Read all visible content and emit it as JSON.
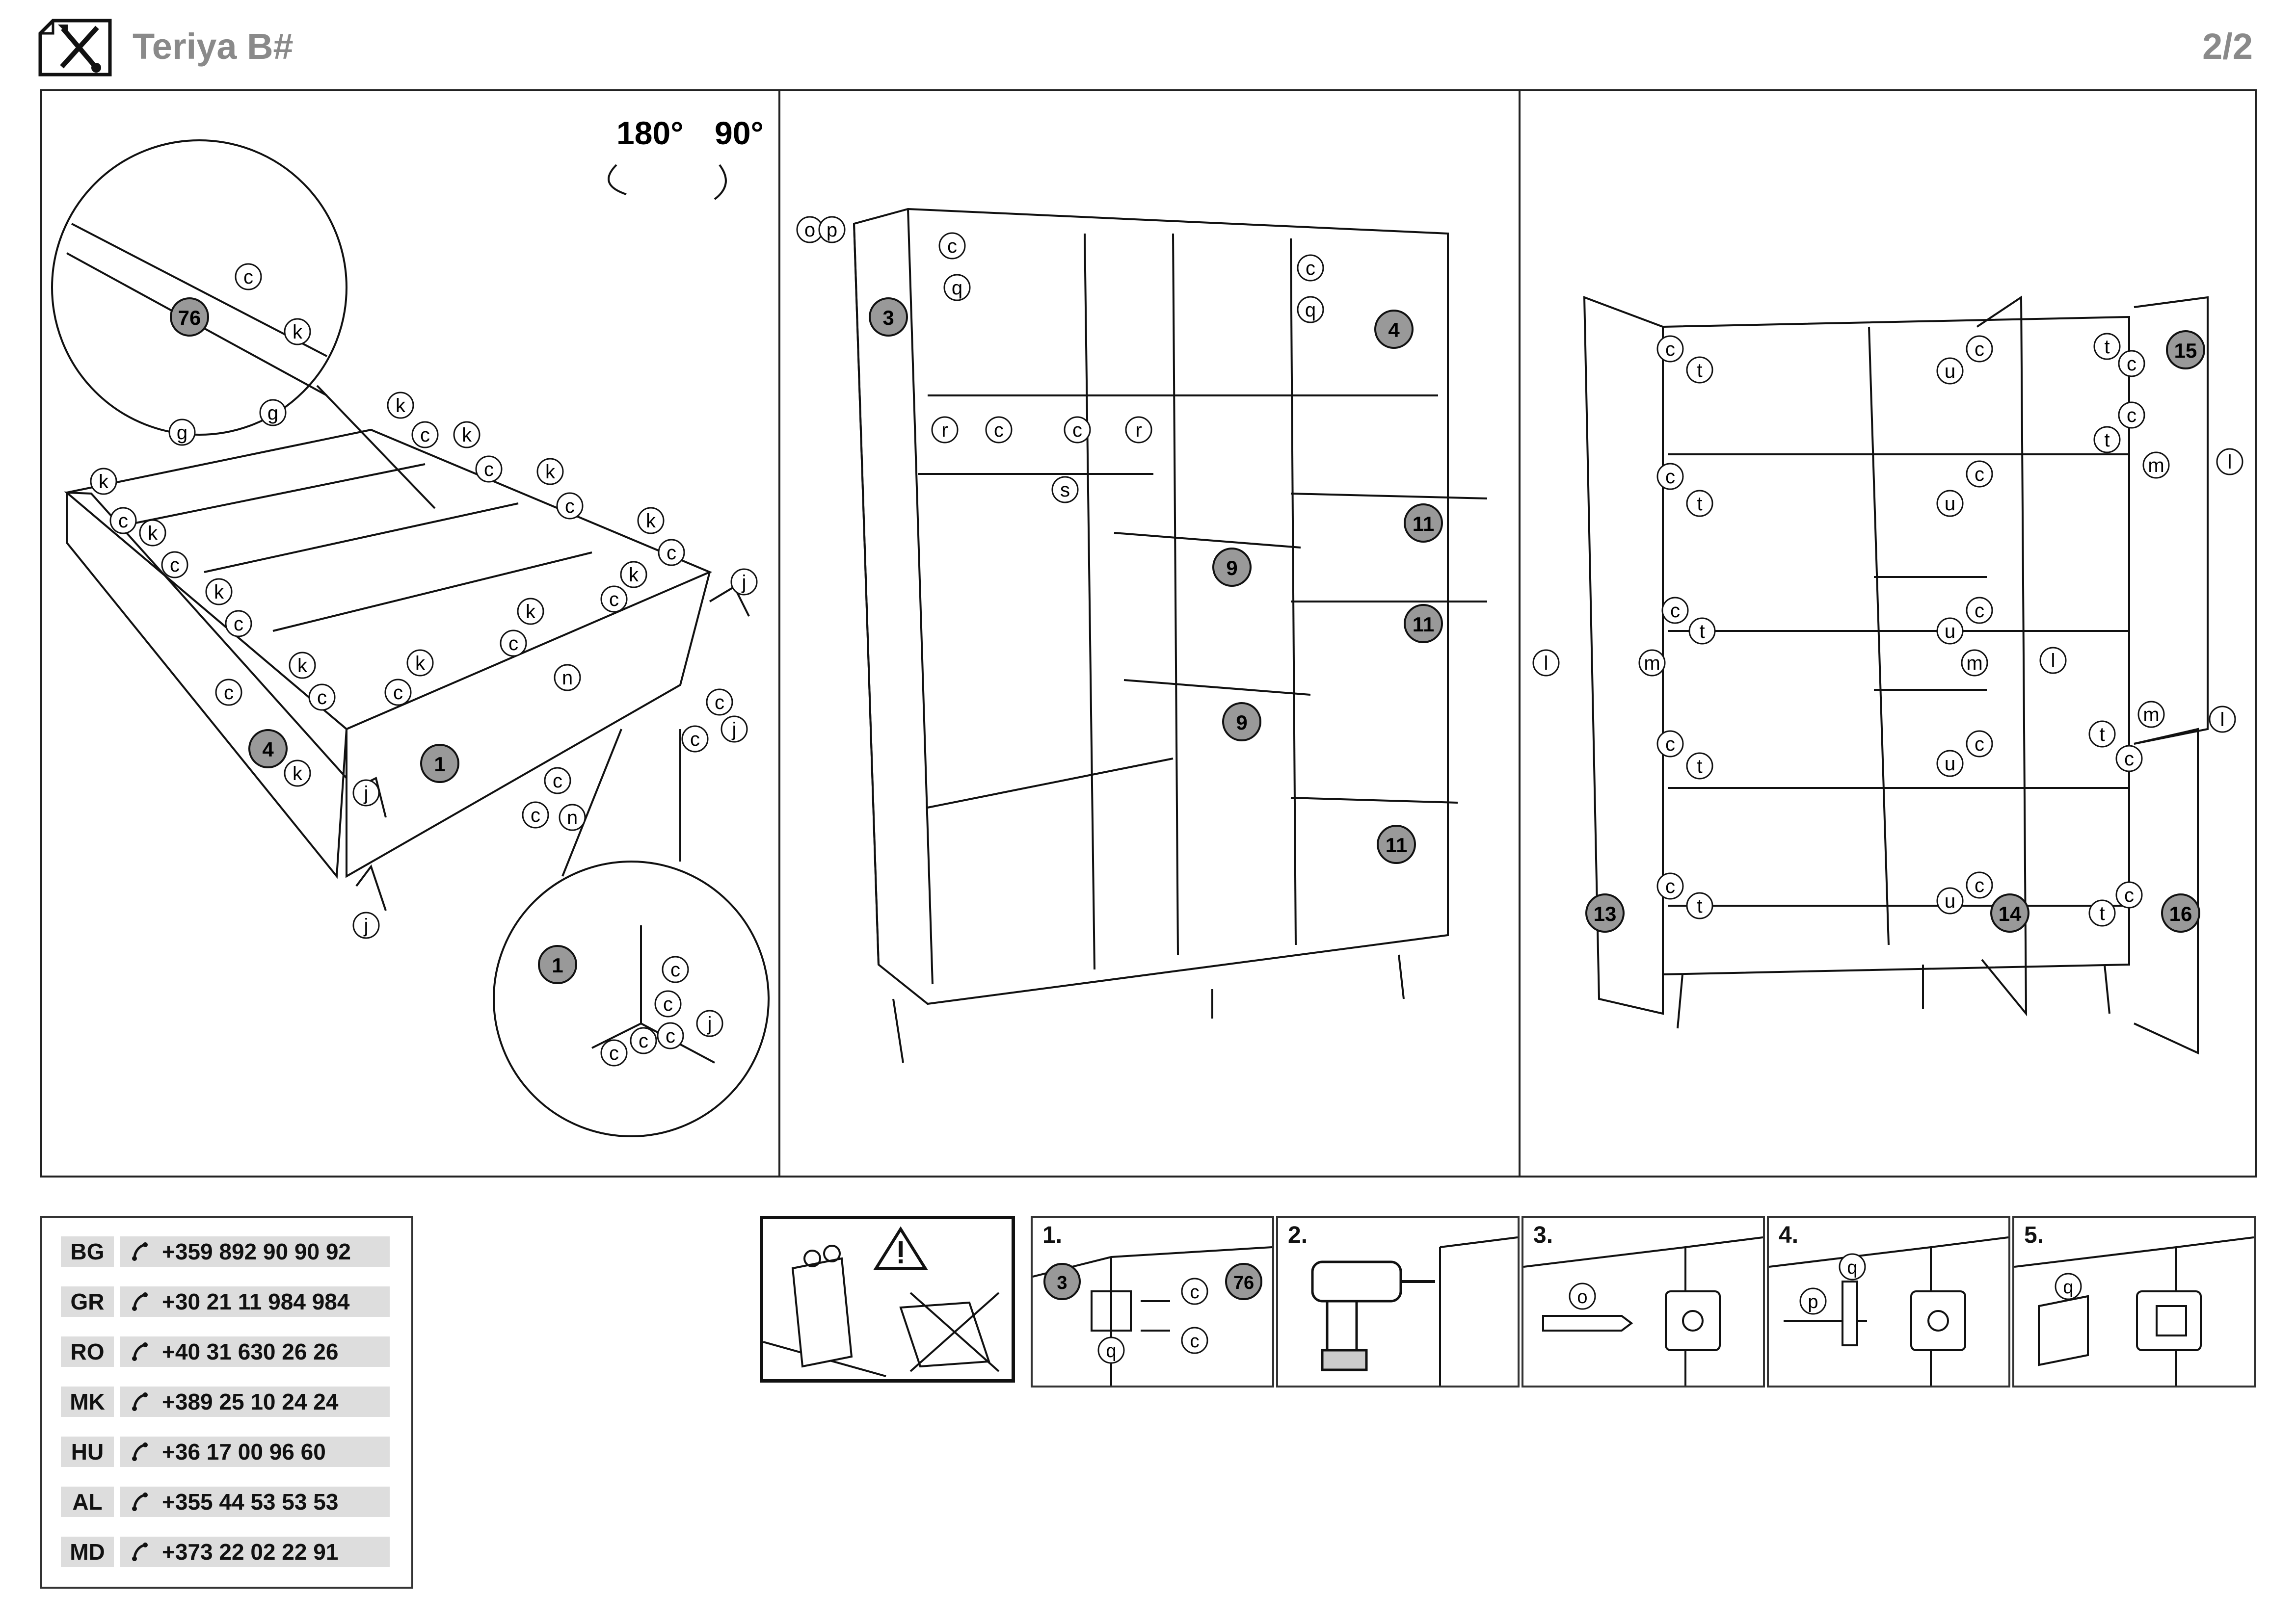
{
  "header": {
    "title": "Teriya B#",
    "page": "2/2",
    "tool_icon": "tools-icon"
  },
  "panel1": {
    "rotate_a": "180°",
    "rotate_b": "90°",
    "parts": [
      "76",
      "1",
      "4",
      "1"
    ],
    "letters": [
      "c",
      "k",
      "g",
      "g",
      "k",
      "c",
      "k",
      "c",
      "k",
      "c",
      "k",
      "c",
      "k",
      "c",
      "k",
      "c",
      "k",
      "c",
      "k",
      "c",
      "k",
      "c",
      "k",
      "c",
      "k",
      "c",
      "c",
      "k",
      "j",
      "j",
      "c",
      "c",
      "n",
      "c",
      "c",
      "n",
      "j",
      "j",
      "c",
      "c",
      "c",
      "j",
      "c",
      "c"
    ]
  },
  "panel2": {
    "parts": [
      "3",
      "4",
      "9",
      "11",
      "11",
      "9",
      "11"
    ],
    "letters": [
      "o",
      "p",
      "c",
      "q",
      "c",
      "q",
      "r",
      "c",
      "c",
      "r",
      "s"
    ]
  },
  "panel3": {
    "parts": [
      "15",
      "13",
      "14",
      "16"
    ],
    "letters": [
      "c",
      "t",
      "c",
      "u",
      "t",
      "c",
      "c",
      "t",
      "c",
      "u",
      "c",
      "t",
      "m",
      "l",
      "c",
      "t",
      "c",
      "u",
      "l",
      "m",
      "m",
      "l",
      "c",
      "t",
      "c",
      "u",
      "t",
      "c",
      "m",
      "l",
      "c",
      "t",
      "c",
      "u",
      "t",
      "c"
    ]
  },
  "phones": [
    {
      "code": "BG",
      "number": "+359 892 90 90 92"
    },
    {
      "code": "GR",
      "number": "+30 21 11 984 984"
    },
    {
      "code": "RO",
      "number": "+40 31 630 26 26"
    },
    {
      "code": "MK",
      "number": "+389 25 10 24 24"
    },
    {
      "code": "HU",
      "number": "+36 17 00 96 60"
    },
    {
      "code": "AL",
      "number": "+355 44 53 53 53"
    },
    {
      "code": "MD",
      "number": "+373 22 02 22 91"
    }
  ],
  "steps": [
    {
      "num": "1.",
      "parts": [
        "3",
        "76"
      ],
      "letters": [
        "c",
        "c",
        "q"
      ]
    },
    {
      "num": "2.",
      "letters": []
    },
    {
      "num": "3.",
      "letters": [
        "o"
      ]
    },
    {
      "num": "4.",
      "letters": [
        "q",
        "p"
      ]
    },
    {
      "num": "5.",
      "letters": [
        "q"
      ]
    }
  ],
  "icons": {
    "warning": "warning-icon",
    "phone": "phone-icon",
    "drill": "drill-icon"
  }
}
